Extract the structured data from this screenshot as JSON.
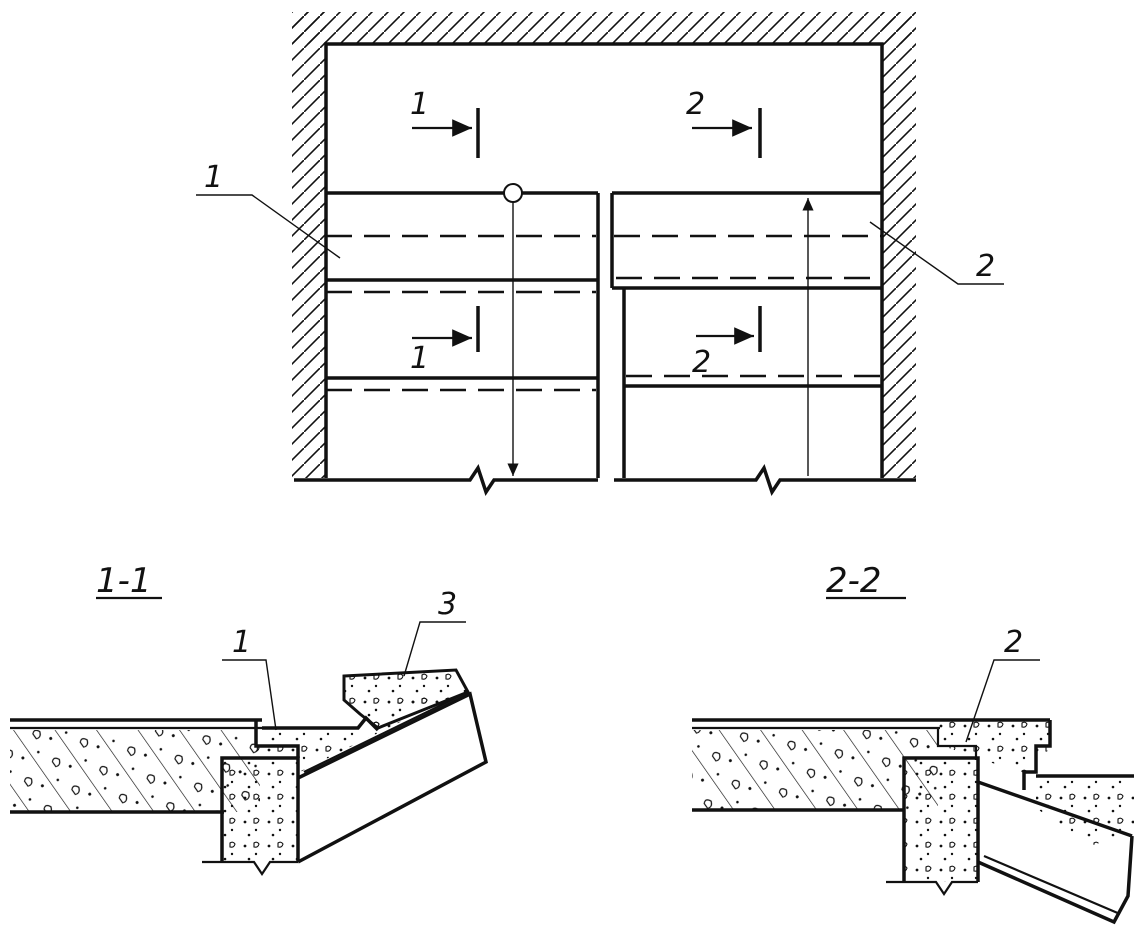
{
  "plan": {
    "section_mark_1_top": "1",
    "section_mark_2_top": "2",
    "section_mark_1_bottom": "1",
    "section_mark_2_bottom": "2",
    "leader_1": "1",
    "leader_2": "2"
  },
  "section_1": {
    "title": "1-1",
    "leader_1": "1",
    "leader_3": "3"
  },
  "section_2": {
    "title": "2-2",
    "leader_2": "2"
  }
}
